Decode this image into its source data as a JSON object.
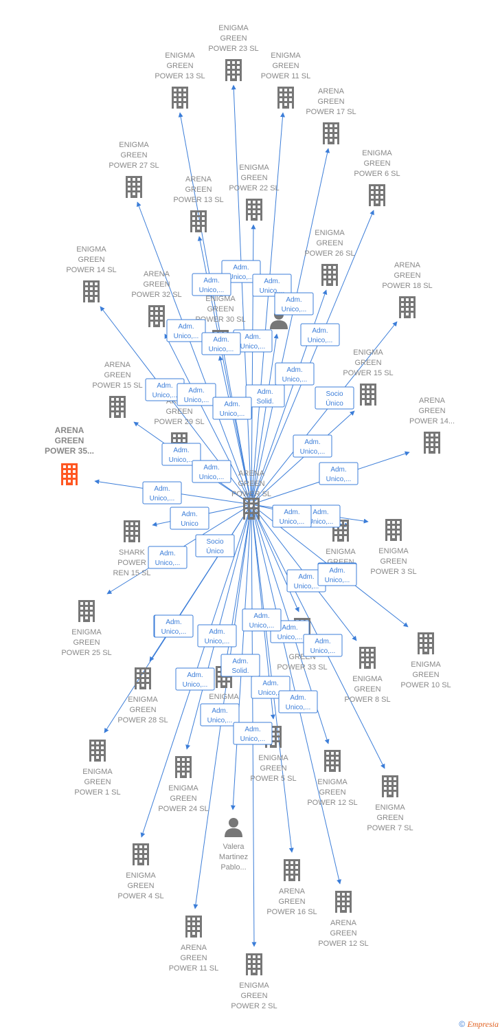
{
  "colors": {
    "edge": "#3b7dd8",
    "node": "#777777",
    "highlight": "#ff5722",
    "label": "#888888"
  },
  "center": {
    "id": "center",
    "label": [
      "ARENA",
      "GREEN",
      "POWER  SL"
    ]
  },
  "nodes": [
    {
      "id": "n1",
      "label": [
        "ENIGMA",
        "GREEN",
        "POWER 23  SL"
      ],
      "icon": "building-icon"
    },
    {
      "id": "n2",
      "label": [
        "ENIGMA",
        "GREEN",
        "POWER 13  SL"
      ],
      "icon": "building-icon"
    },
    {
      "id": "n3",
      "label": [
        "ENIGMA",
        "GREEN",
        "POWER 11  SL"
      ],
      "icon": "building-icon"
    },
    {
      "id": "n4",
      "label": [
        "ARENA",
        "GREEN",
        "POWER 17  SL"
      ],
      "icon": "building-icon"
    },
    {
      "id": "n5",
      "label": [
        "ENIGMA",
        "GREEN",
        "POWER 27  SL"
      ],
      "icon": "building-icon"
    },
    {
      "id": "n6",
      "label": [
        "ENIGMA",
        "GREEN",
        "POWER 22  SL"
      ],
      "icon": "building-icon"
    },
    {
      "id": "n7",
      "label": [
        "ENIGMA",
        "GREEN",
        "POWER 6  SL"
      ],
      "icon": "building-icon"
    },
    {
      "id": "n8",
      "label": [
        "ARENA",
        "GREEN",
        "POWER 13  SL"
      ],
      "icon": "building-icon"
    },
    {
      "id": "n9",
      "label": [
        "ENIGMA",
        "GREEN",
        "POWER 26  SL"
      ],
      "icon": "building-icon"
    },
    {
      "id": "n10",
      "label": [
        "ENIGMA",
        "GREEN",
        "POWER 14  SL"
      ],
      "icon": "building-icon"
    },
    {
      "id": "n11",
      "label": [
        "ARENA",
        "GREEN",
        "POWER 32  SL"
      ],
      "icon": "building-icon"
    },
    {
      "id": "n12",
      "label": [
        "ENIGMA",
        "GREEN",
        "POWER 30  SL"
      ],
      "icon": "building-icon"
    },
    {
      "id": "n13",
      "label": [
        "ARENA",
        "GREEN",
        "POWER 18  SL"
      ],
      "icon": "building-icon"
    },
    {
      "id": "n14",
      "label": [],
      "icon": "person-icon"
    },
    {
      "id": "n15",
      "label": [
        "ENIGMA",
        "GREEN",
        "POWER 15  SL"
      ],
      "icon": "building-icon"
    },
    {
      "id": "n16",
      "label": [
        "ARENA",
        "GREEN",
        "POWER 15  SL"
      ],
      "icon": "building-icon"
    },
    {
      "id": "n17",
      "label": [
        "ARENA",
        "GREEN",
        "POWER 29  SL"
      ],
      "icon": "building-icon"
    },
    {
      "id": "n18",
      "label": [
        "ARENA",
        "GREEN",
        "POWER 14..."
      ],
      "icon": "building-icon"
    },
    {
      "id": "n19",
      "label": [
        "ARENA",
        "GREEN",
        "POWER 35..."
      ],
      "icon": "building-icon",
      "highlight": true
    },
    {
      "id": "n20",
      "label": [
        "SHARK",
        "POWER",
        "REN 15  SL"
      ],
      "icon": "building-icon"
    },
    {
      "id": "n21",
      "label": [
        "ENIGMA",
        "GREEN",
        "POWER 3  SL"
      ],
      "icon": "building-icon"
    },
    {
      "id": "n22",
      "label": [
        "ENIGMA",
        "GREEN",
        "SL"
      ],
      "icon": "building-icon"
    },
    {
      "id": "n23",
      "label": [
        "ENIGMA",
        "GREEN",
        "POWER 25  SL"
      ],
      "icon": "building-icon"
    },
    {
      "id": "n24",
      "label": [
        "ENIGMA",
        "GREEN",
        "POWER 10  SL"
      ],
      "icon": "building-icon"
    },
    {
      "id": "n25",
      "label": [
        "ENIGMA",
        "GREEN",
        "POWER 28  SL"
      ],
      "icon": "building-icon"
    },
    {
      "id": "n26",
      "label": [
        "ENIGMA",
        "GREEN",
        "POWER 8  SL"
      ],
      "icon": "building-icon"
    },
    {
      "id": "n27",
      "label": [
        "GREEN",
        "POWER 33  SL"
      ],
      "icon": "building-icon"
    },
    {
      "id": "n28",
      "label": [
        "ENIGMA",
        "GREEN",
        "POWER 1  SL"
      ],
      "icon": "building-icon"
    },
    {
      "id": "n29",
      "label": [
        "ENIGMA",
        "GREEN",
        "POWER 24  SL"
      ],
      "icon": "building-icon"
    },
    {
      "id": "n30",
      "label": [
        "ENIGMA",
        "GREEN",
        "POWER 5  SL"
      ],
      "icon": "building-icon"
    },
    {
      "id": "n31",
      "label": [
        "ENIGMA",
        "GREEN",
        "POWER 12  SL"
      ],
      "icon": "building-icon"
    },
    {
      "id": "n32",
      "label": [
        "ENIGMA",
        "GREEN",
        "POWER 7  SL"
      ],
      "icon": "building-icon"
    },
    {
      "id": "n33",
      "label": [
        "Valera",
        "Martinez",
        "Pablo..."
      ],
      "icon": "person-icon"
    },
    {
      "id": "n34",
      "label": [
        "ENIGMA",
        "GREEN",
        "POWER 4  SL"
      ],
      "icon": "building-icon"
    },
    {
      "id": "n35",
      "label": [
        "ARENA",
        "GREEN",
        "POWER 16  SL"
      ],
      "icon": "building-icon"
    },
    {
      "id": "n36",
      "label": [
        "ARENA",
        "GREEN",
        "POWER 12  SL"
      ],
      "icon": "building-icon"
    },
    {
      "id": "n37",
      "label": [
        "ARENA",
        "GREEN",
        "POWER 11  SL"
      ],
      "icon": "building-icon"
    },
    {
      "id": "n38",
      "label": [
        "ENIGMA",
        "GREEN",
        "POWER 2  SL"
      ],
      "icon": "building-icon"
    },
    {
      "id": "n39",
      "label": [
        "ENIGMA"
      ],
      "icon": "building-icon"
    }
  ],
  "edges": [
    {
      "to": "n1",
      "label": [
        "Adm.",
        "Unico,..."
      ]
    },
    {
      "to": "n2",
      "label": [
        "Adm.",
        "Unico,..."
      ]
    },
    {
      "to": "n3",
      "label": [
        "Adm.",
        "Unico,..."
      ]
    },
    {
      "to": "n4",
      "label": [
        "Adm.",
        "Unico,..."
      ]
    },
    {
      "to": "n5",
      "label": [
        "Adm.",
        "Unico,..."
      ]
    },
    {
      "to": "n6",
      "label": [
        "Adm.",
        "Unico,..."
      ]
    },
    {
      "to": "n7",
      "label": [
        "Adm.",
        "Unico,..."
      ]
    },
    {
      "to": "n8",
      "label": [
        "Adm.",
        "Unico,..."
      ]
    },
    {
      "to": "n9",
      "label": [
        "Adm.",
        "Solid."
      ]
    },
    {
      "to": "n10",
      "label": [
        "Adm.",
        "Unico,..."
      ]
    },
    {
      "to": "n11",
      "label": [
        "Adm.",
        "Unico,..."
      ]
    },
    {
      "to": "n12",
      "label": [
        "Adm.",
        "Unico,..."
      ]
    },
    {
      "to": "n13",
      "label": [
        "Socio",
        "Único"
      ]
    },
    {
      "to": "n14",
      "label": [
        "Adm.",
        "Unico,..."
      ]
    },
    {
      "to": "n15",
      "label": [
        "Adm.",
        "Unico,..."
      ]
    },
    {
      "to": "n16",
      "label": [
        "Adm.",
        "Unico,..."
      ]
    },
    {
      "to": "n17",
      "label": [
        "Adm.",
        "Unico,..."
      ]
    },
    {
      "to": "n18",
      "label": [
        "Adm.",
        "Unico,..."
      ]
    },
    {
      "to": "n19",
      "label": [
        "Adm.",
        "Unico,..."
      ]
    },
    {
      "to": "n20",
      "label": [
        "Adm.",
        "Unico"
      ]
    },
    {
      "to": "n21",
      "label": [
        "Adm.",
        "Unico,..."
      ]
    },
    {
      "to": "n22",
      "label": [
        "Adm.",
        "Unico,..."
      ]
    },
    {
      "to": "n23",
      "label": [
        "Adm.",
        "Unico,..."
      ]
    },
    {
      "to": "n24",
      "label": [
        "Adm.",
        "Unico,..."
      ]
    },
    {
      "to": "n25",
      "label": [
        "Adm.",
        "Unico,..."
      ]
    },
    {
      "to": "n26",
      "label": [
        "Adm.",
        "Unico,..."
      ]
    },
    {
      "to": "n27",
      "label": [
        "Adm.",
        "Unico,..."
      ]
    },
    {
      "to": "n28",
      "label": [
        "Adm.",
        "Unico,..."
      ]
    },
    {
      "to": "n29",
      "label": [
        "Adm.",
        "Unico,..."
      ]
    },
    {
      "to": "n30",
      "label": [
        "Adm.",
        "Unico,..."
      ]
    },
    {
      "to": "n31",
      "label": [
        "Adm.",
        "Unico,..."
      ]
    },
    {
      "to": "n32",
      "label": [
        "Adm.",
        "Unico,..."
      ]
    },
    {
      "to": "n33",
      "label": [
        "Adm.",
        "Unico,..."
      ]
    },
    {
      "to": "n34",
      "label": [
        "Adm.",
        "Unico,..."
      ]
    },
    {
      "to": "n35",
      "label": [
        "Adm.",
        "Unico,..."
      ]
    },
    {
      "to": "n36",
      "label": [
        "Adm.",
        "Solid."
      ]
    },
    {
      "to": "n37",
      "label": [
        "Adm.",
        "Unico,..."
      ]
    },
    {
      "to": "n38",
      "label": [
        "Adm.",
        "Unico,..."
      ]
    },
    {
      "to": "n39",
      "label": [
        "Socio",
        "Único"
      ]
    }
  ],
  "footer": {
    "symbol": "©",
    "brand": "Empresia"
  }
}
